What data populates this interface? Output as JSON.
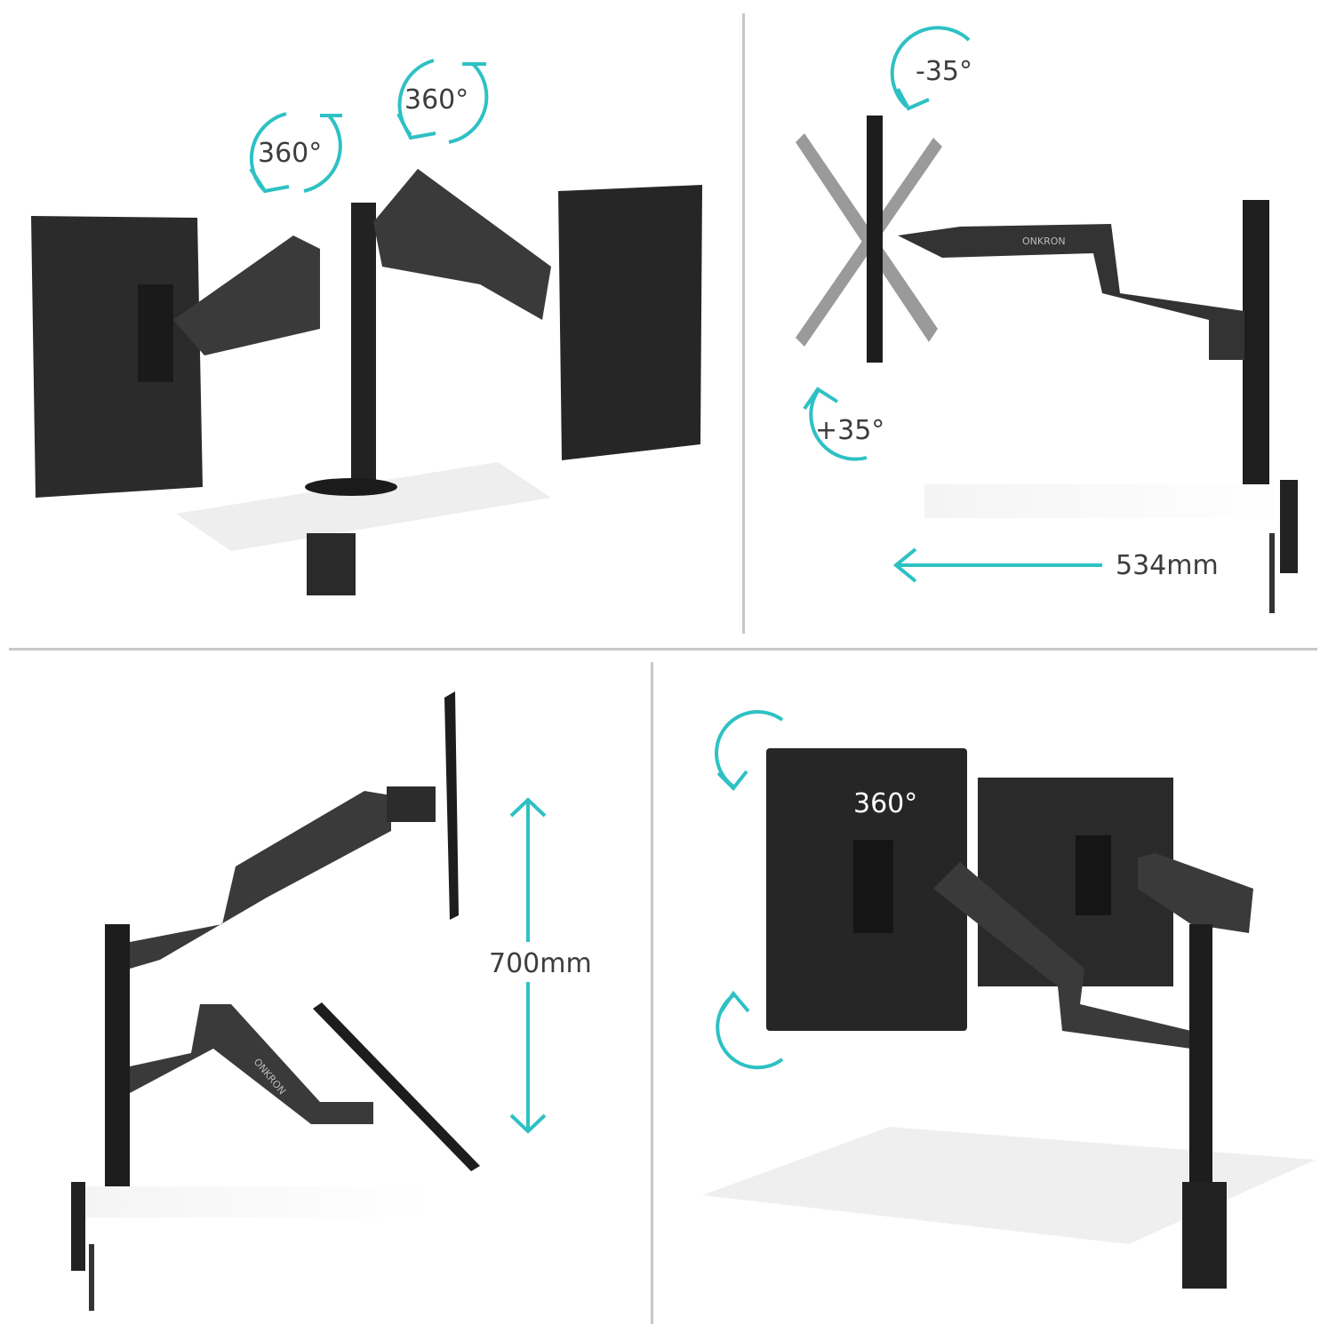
{
  "brand": {
    "logo": "ONKRON"
  },
  "accent_color": "#2ec1c4",
  "panels": {
    "top_left": {
      "rotation_left": "360°",
      "rotation_right": "360°"
    },
    "top_right": {
      "tilt_up": "-35°",
      "tilt_down": "+35°",
      "arm_extension": "534mm"
    },
    "bottom_left": {
      "height_range": "700mm"
    },
    "bottom_right": {
      "rotation": "360°"
    }
  }
}
